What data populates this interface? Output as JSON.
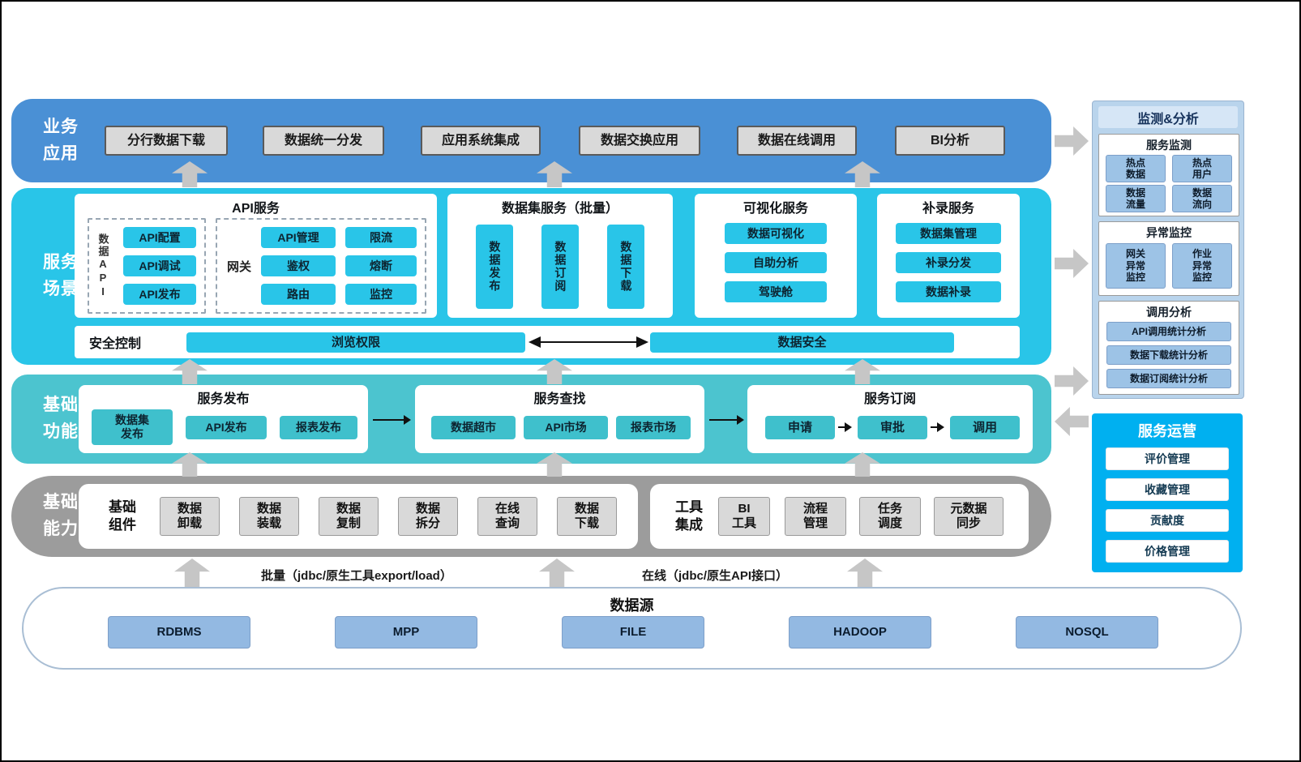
{
  "colors": {
    "layer-blue": "#4a90d5",
    "layer-cyan": "#29c5e8",
    "layer-teal": "#4cc4cf",
    "layer-gray": "#9c9c9c",
    "btn-gray": "#d9d9d9",
    "btn-cyan": "#29c5e8",
    "btn-teal": "#3fc0cc",
    "btn-blue": "#9dc3e6",
    "panel-lightblue": "#b9d4ec",
    "panel-operation": "#00b0f0",
    "arrow-gray": "#c6c6c6",
    "datasource-btn": "#93b9e2"
  },
  "business": {
    "label": "业务\n应用",
    "items": [
      "分行数据下载",
      "数据统一分发",
      "应用系统集成",
      "数据交换应用",
      "数据在线调用",
      "BI分析"
    ]
  },
  "scene": {
    "label": "服务\n场景",
    "api": {
      "title": "API服务",
      "data_api_label": "数据API",
      "data_api_items": [
        "API配置",
        "API调试",
        "API发布"
      ],
      "gateway_label": "网关",
      "gateway_items": [
        "API管理",
        "限流",
        "鉴权",
        "熔断",
        "路由",
        "监控"
      ]
    },
    "dataset": {
      "title": "数据集服务（批量）",
      "items": [
        "数据发布",
        "数据订阅",
        "数据下载"
      ]
    },
    "visual": {
      "title": "可视化服务",
      "items": [
        "数据可视化",
        "自助分析",
        "驾驶舱"
      ]
    },
    "supplement": {
      "title": "补录服务",
      "items": [
        "数据集管理",
        "补录分发",
        "数据补录"
      ]
    },
    "security": {
      "label": "安全控制",
      "left": "浏览权限",
      "right": "数据安全"
    }
  },
  "functions": {
    "label": "基础\n功能",
    "publish": {
      "title": "服务发布",
      "items": [
        "数据集\n发布",
        "API发布",
        "报表发布"
      ]
    },
    "search": {
      "title": "服务查找",
      "items": [
        "数据超市",
        "API市场",
        "报表市场"
      ]
    },
    "subscribe": {
      "title": "服务订阅",
      "items": [
        "申请",
        "审批",
        "调用"
      ]
    }
  },
  "capability": {
    "label": "基础\n能力",
    "components": {
      "title": "基础\n组件",
      "items": [
        "数据\n卸载",
        "数据\n装载",
        "数据\n复制",
        "数据\n拆分",
        "在线\n查询",
        "数据\n下载"
      ]
    },
    "tools": {
      "title": "工具\n集成",
      "items": [
        "BI\n工具",
        "流程\n管理",
        "任务\n调度",
        "元数据\n同步"
      ]
    }
  },
  "flows": {
    "batch": "批量（jdbc/原生工具export/load）",
    "online": "在线（jdbc/原生API接口）"
  },
  "datasource": {
    "title": "数据源",
    "items": [
      "RDBMS",
      "MPP",
      "FILE",
      "HADOOP",
      "NOSQL"
    ]
  },
  "monitor": {
    "title": "监测&分析",
    "service": {
      "title": "服务监测",
      "items": [
        "热点\n数据",
        "热点\n用户",
        "数据\n流量",
        "数据\n流向"
      ]
    },
    "exception": {
      "title": "异常监控",
      "items": [
        "网关\n异常\n监控",
        "作业\n异常\n监控"
      ]
    },
    "analysis": {
      "title": "调用分析",
      "items": [
        "API调用统计分析",
        "数据下载统计分析",
        "数据订阅统计分析"
      ]
    }
  },
  "operation": {
    "title": "服务运营",
    "items": [
      "评价管理",
      "收藏管理",
      "贡献度",
      "价格管理"
    ]
  }
}
